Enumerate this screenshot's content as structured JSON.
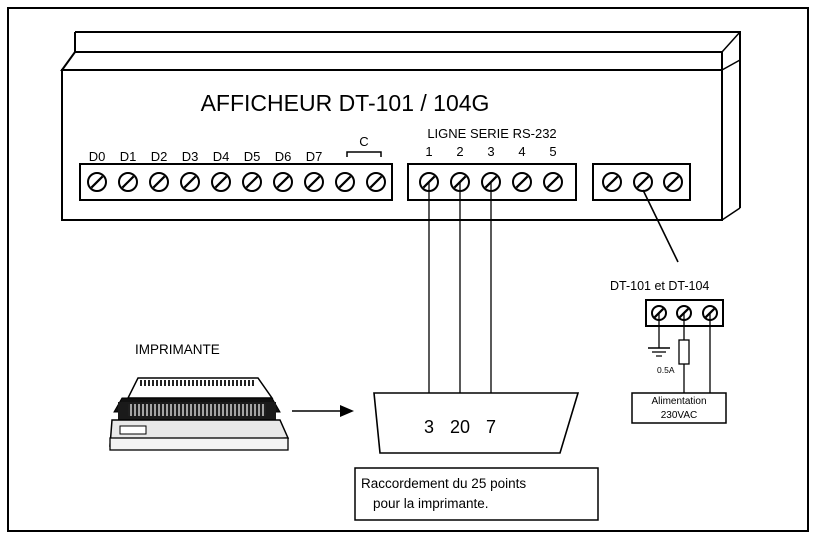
{
  "device": {
    "title": "AFFICHEUR DT-101 / 104G",
    "data_terminals": [
      "D0",
      "D1",
      "D2",
      "D3",
      "D4",
      "D5",
      "D6",
      "D7"
    ],
    "common_label": "C",
    "serial_label": "LIGNE SERIE RS-232",
    "serial_pins": [
      "1",
      "2",
      "3",
      "4",
      "5"
    ]
  },
  "power": {
    "header": "DT-101 et DT-104",
    "fuse_label": "0.5A",
    "supply_label_line1": "Alimentation",
    "supply_label_line2": "230VAC"
  },
  "printer": {
    "label": "IMPRIMANTE"
  },
  "connector": {
    "pins": [
      "3",
      "20",
      "7"
    ],
    "caption_line1": "Raccordement du 25 points",
    "caption_line2": "pour la imprimante."
  }
}
